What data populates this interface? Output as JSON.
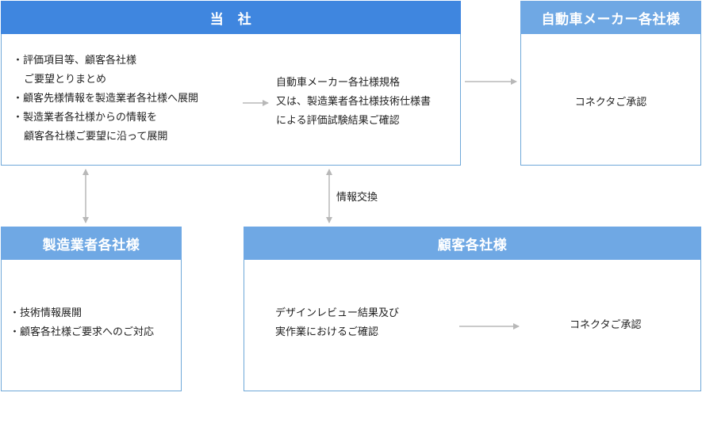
{
  "colors": {
    "header_bg": "#3f86df",
    "header_bg_light": "#6fa8e4",
    "border": "#6fa8d8",
    "arrow": "#b8b8b8"
  },
  "tosha": {
    "title": "当　社",
    "left_lines": [
      "・評価項目等、顧客各社様",
      "ご要望とりまとめ",
      "・顧客先様情報を製造業者各社様へ展開",
      "・製造業者各社様からの情報を",
      "顧客各社様ご要望に沿って展開"
    ],
    "right_lines": [
      "自動車メーカー各社様規格",
      "又は、製造業者各社様技術仕様書",
      "による評価試験結果ご確認"
    ]
  },
  "automaker": {
    "title": "自動車メーカー各社様",
    "body": "コネクタご承認"
  },
  "manufacturer": {
    "title": "製造業者各社様",
    "lines": [
      "・技術情報展開",
      "・顧客各社様ご要求へのご対応"
    ]
  },
  "customer": {
    "title": "顧客各社様",
    "left_lines": [
      "デザインレビュー結果及び",
      "実作業におけるご確認"
    ],
    "right": "コネクタご承認"
  },
  "edge_label": "情報交換"
}
